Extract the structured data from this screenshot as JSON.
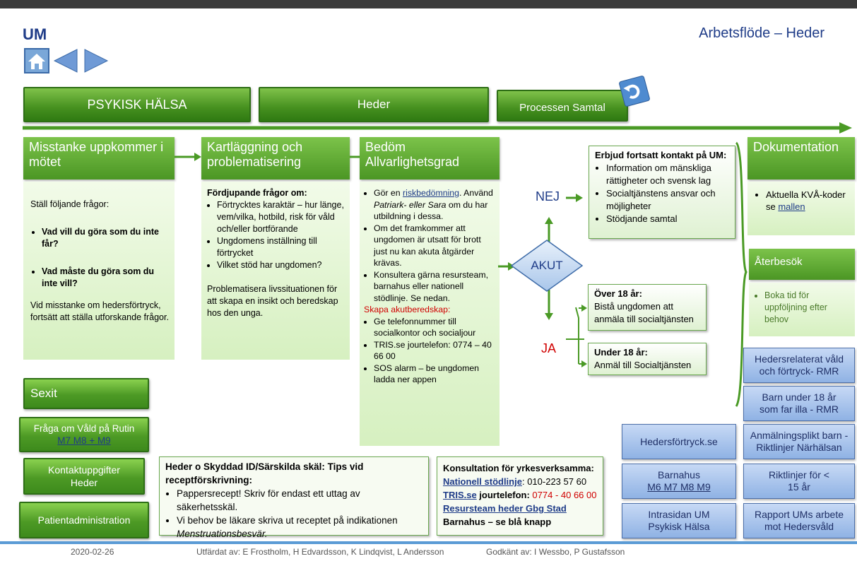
{
  "header": {
    "logo": "UM",
    "title": "Arbetsflöde – Heder"
  },
  "nav": {
    "home": "home-icon",
    "prev": "arrow-left-icon",
    "next": "arrow-right-icon",
    "back": "return-arrow-icon"
  },
  "top_buttons": {
    "psykisk": "PSYKISK HÄLSA",
    "heder": "Heder",
    "processen": "Processen Samtal"
  },
  "step1": {
    "title": "Misstanke uppkommer i mötet",
    "intro": "Ställ följande frågor:",
    "q1": "Vad vill du göra som du inte får?",
    "q2": "Vad måste du göra som du inte vill?",
    "outro": "Vid misstanke om hedersförtryck, fortsätt att ställa utforskande frågor."
  },
  "step2": {
    "title": "Kartläggning och problematisering",
    "intro": "Fördjupande frågor om:",
    "items": [
      "Förtrycktes karaktär – hur länge, vem/vilka, hotbild, risk för våld och/eller bortförande",
      "Ungdomens inställning till förtrycket",
      "Vilket stöd har ungdomen?"
    ],
    "outro": "Problematisera livssituationen för att skapa en insikt och beredskap hos den unga."
  },
  "step3": {
    "title": "Bedöm Allvarlighetsgrad",
    "b1_pre": "Gör en ",
    "b1_link": "riskbedömning",
    "b1_mid": ". Använd ",
    "b1_em": "Patriark- eller Sara",
    "b1_post": " om du har utbildning i dessa.",
    "b2": "Om det framkommer att ungdomen är utsatt för brott just nu kan akuta åtgärder krävas.",
    "b3": "Konsultera gärna resursteam, barnahus eller nationell stödlinje. Se nedan.",
    "akut_heading": "Skapa akutberedskap:",
    "akut_items": [
      "Ge telefonnummer till socialkontor och socialjour",
      "TRIS.se jourtelefon: 0774 – 40 66 00",
      "SOS alarm – be ungdomen ladda ner appen"
    ]
  },
  "decision": {
    "akut": "AKUT",
    "nej": "NEJ",
    "ja": "JA"
  },
  "erbjud": {
    "title": "Erbjud fortsatt kontakt på UM:",
    "items": [
      "Information om mänskliga rättigheter och svensk lag",
      "Socialtjänstens ansvar och möjligheter",
      "Stödjande samtal"
    ]
  },
  "over18": {
    "title": "Över 18 år:",
    "text": "Bistå ungdomen att anmäla till socialtjänsten"
  },
  "under18": {
    "title": "Under 18 år:",
    "text": "Anmäl till Socialtjänsten"
  },
  "dokumentation": {
    "title": "Dokumentation",
    "item_pre": "Aktuella KVÅ-koder se ",
    "item_link": "mallen"
  },
  "aterbesok": {
    "title": "Återbesök",
    "item": "Boka tid för uppföljning efter behov"
  },
  "left_buttons": {
    "sexit": "Sexit",
    "fraga": "Fråga om Våld på Rutin",
    "fraga_links": "M7  M8 + M9",
    "kontakt": "Kontaktuppgifter Heder",
    "patient": "Patientadministration"
  },
  "tips": {
    "title": "Heder o Skyddad ID/Särskilda skäl: Tips vid receptförskrivning:",
    "i1": "Pappersrecept! Skriv för endast ett uttag av säkerhetsskäl.",
    "i2_pre": "Vi behov be läkare skriva ut receptet på indikationen ",
    "i2_em": "Menstruationsbesvär."
  },
  "konsult": {
    "title": "Konsultation för yrkesverksamma:",
    "l1_link": "Nationell stödlinje",
    "l1_rest": ": 010-223 57 60",
    "l2_link": "TRIS.se",
    "l2_mid": " jourtelefon: ",
    "l2_phone": "0774 - 40 66 00",
    "l3_link": "Resursteam heder Gbg Stad",
    "l4": "Barnahus – se blå knapp"
  },
  "blue_buttons": {
    "hedersfortryck": "Hedersförtryck.se",
    "barnahus": "Barnahus",
    "barnahus_links": "M6 M7 M8 M9",
    "intra": "Intrasidan UM Psykisk Hälsa",
    "rmr1": "Hedersrelaterat våld och förtryck- RMR",
    "rmr2": "Barn under 18 år som far illa - RMR",
    "anm": "Anmälningsplikt barn - Riktlinjer Närhälsan",
    "rikt": "Riktlinjer för < 15 år",
    "rapport": "Rapport UMs arbete mot Hedersvåld"
  },
  "footer": {
    "date": "2020-02-26",
    "utfardat": "Utfärdat av: E Frostholm, H Edvardsson, K Lindqvist, L Andersson",
    "godkant": "Godkänt av: I Wessbo, P Gustafsson"
  }
}
